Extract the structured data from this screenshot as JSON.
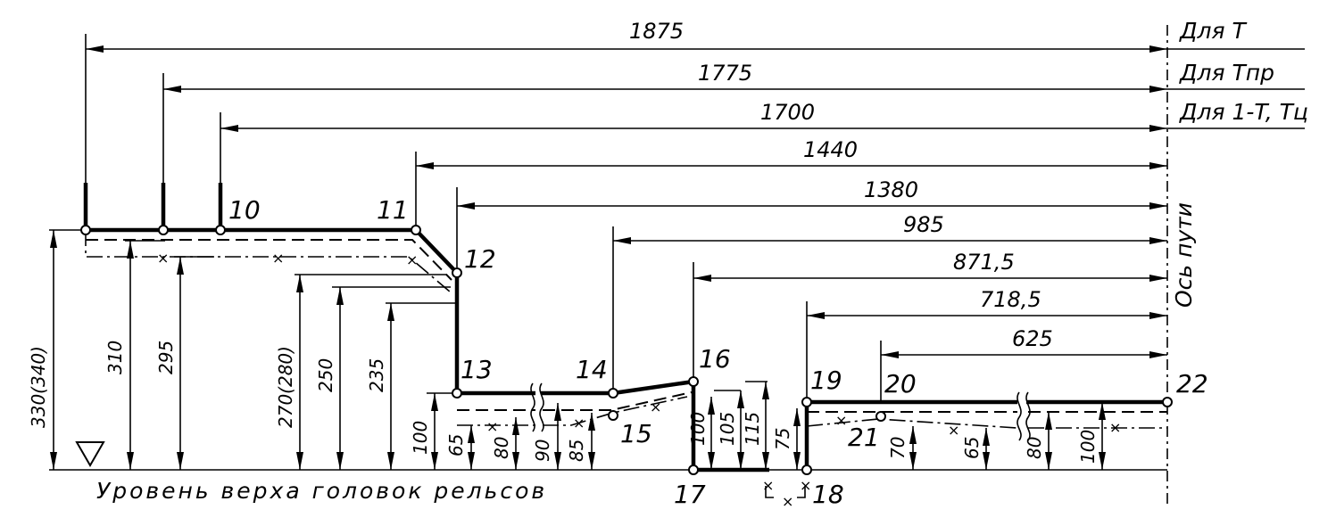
{
  "horizontal_dims": [
    {
      "value": "1875",
      "label": "Для T"
    },
    {
      "value": "1775",
      "label": "Для Tпр"
    },
    {
      "value": "1700",
      "label": "Для 1-T, Tц"
    },
    {
      "value": "1440"
    },
    {
      "value": "1380"
    },
    {
      "value": "985"
    },
    {
      "value": "871,5"
    },
    {
      "value": "718,5"
    },
    {
      "value": "625"
    }
  ],
  "axis_label": "Ось пути",
  "vertical_dims": [
    "330(340)",
    "310",
    "295",
    "270(280)",
    "250",
    "235",
    "100",
    "65",
    "80",
    "90",
    "85",
    "100",
    "105",
    "115",
    "75",
    "70",
    "65",
    "80",
    "100"
  ],
  "points": [
    "10",
    "11",
    "12",
    "13",
    "14",
    "15",
    "16",
    "17",
    "18",
    "19",
    "20",
    "21",
    "22"
  ],
  "baseline_label": "Уровень верха головок рельсов"
}
